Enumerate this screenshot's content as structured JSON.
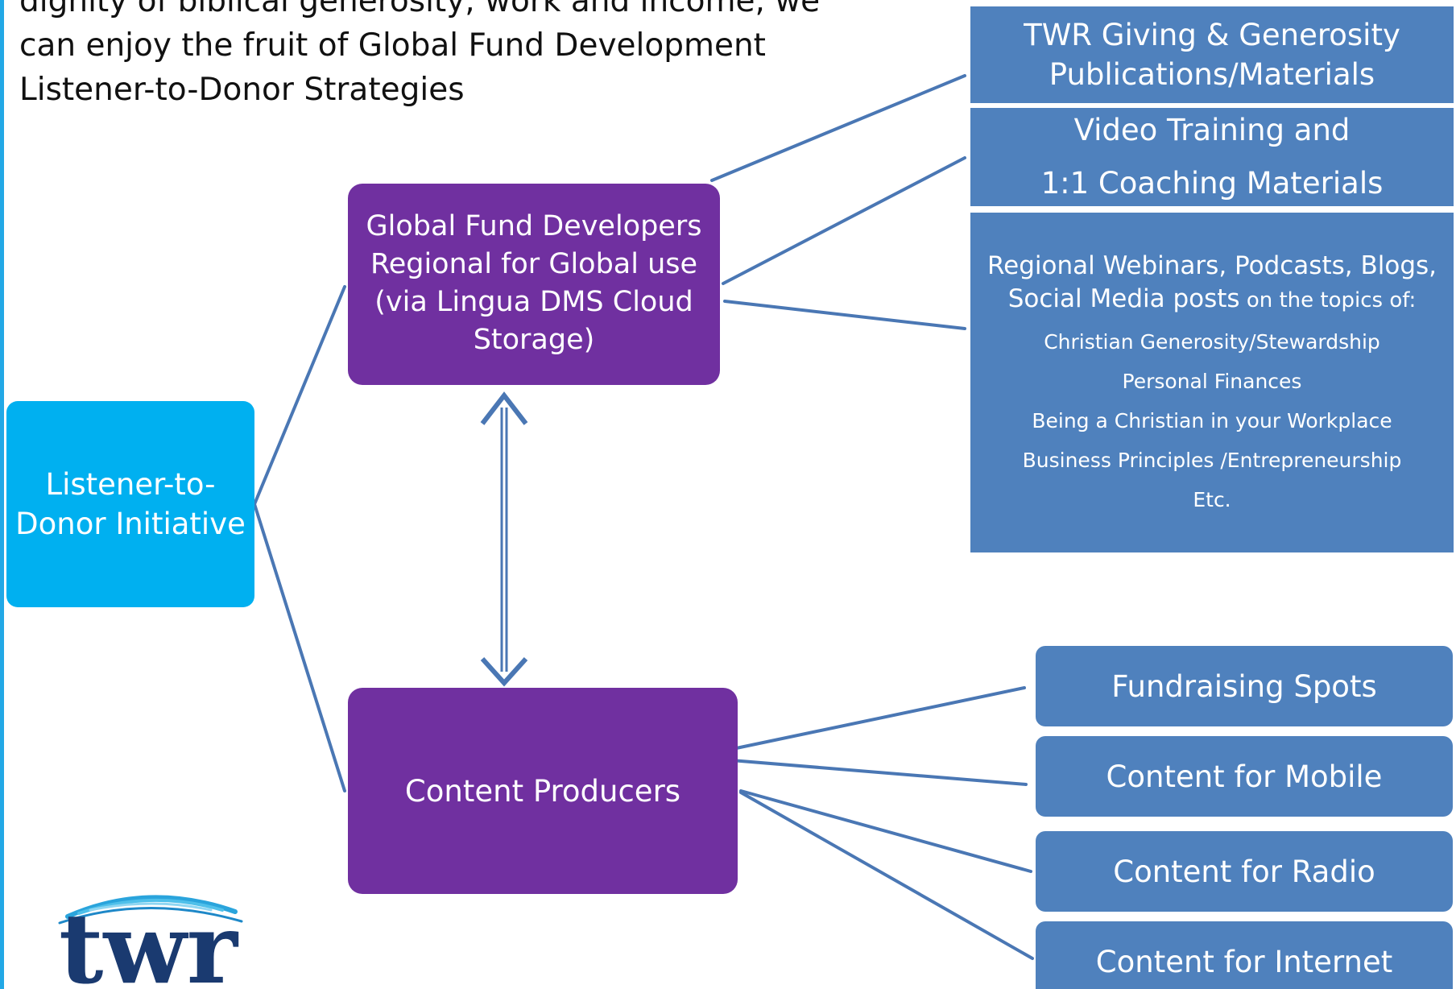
{
  "intro": {
    "lines": [
      "dignity of biblical generosity, work and income, we",
      "can enjoy the fruit of Global Fund Development",
      "Listener-to-Donor Strategies"
    ]
  },
  "initiative": {
    "lines": [
      "Listener-to-",
      "Donor Initiative"
    ]
  },
  "global_fund_developers": {
    "lines": [
      "Global Fund Developers",
      "Regional for Global use",
      "(via Lingua DMS Cloud",
      "Storage)"
    ]
  },
  "content_producers": {
    "label": "Content Producers"
  },
  "resources": {
    "publications": [
      "TWR Giving & Generosity",
      "Publications/Materials"
    ],
    "video": [
      "Video Training and",
      "1:1 Coaching Materials"
    ],
    "webinars": {
      "line1": "Regional Webinars, Podcasts, Blogs,",
      "line2": "Social Media posts",
      "line2_suffix": " on the topics of:",
      "topics": [
        "Christian Generosity/Stewardship",
        "Personal Finances",
        "Being a Christian in your Workplace",
        "Business  Principles /Entrepreneurship",
        "Etc."
      ]
    }
  },
  "outputs": {
    "fundraising": "Fundraising Spots",
    "mobile": "Content for Mobile",
    "radio": "Content for Radio",
    "internet": "Content for Internet"
  },
  "logo": {
    "text": "twr"
  },
  "colors": {
    "initiative": "#00b0f0",
    "developers": "#7030a0",
    "resources": "#4f81bd",
    "connector": "#4a77b4",
    "left_rule": "#22a8e6",
    "logo_navy": "#1a3a70"
  }
}
